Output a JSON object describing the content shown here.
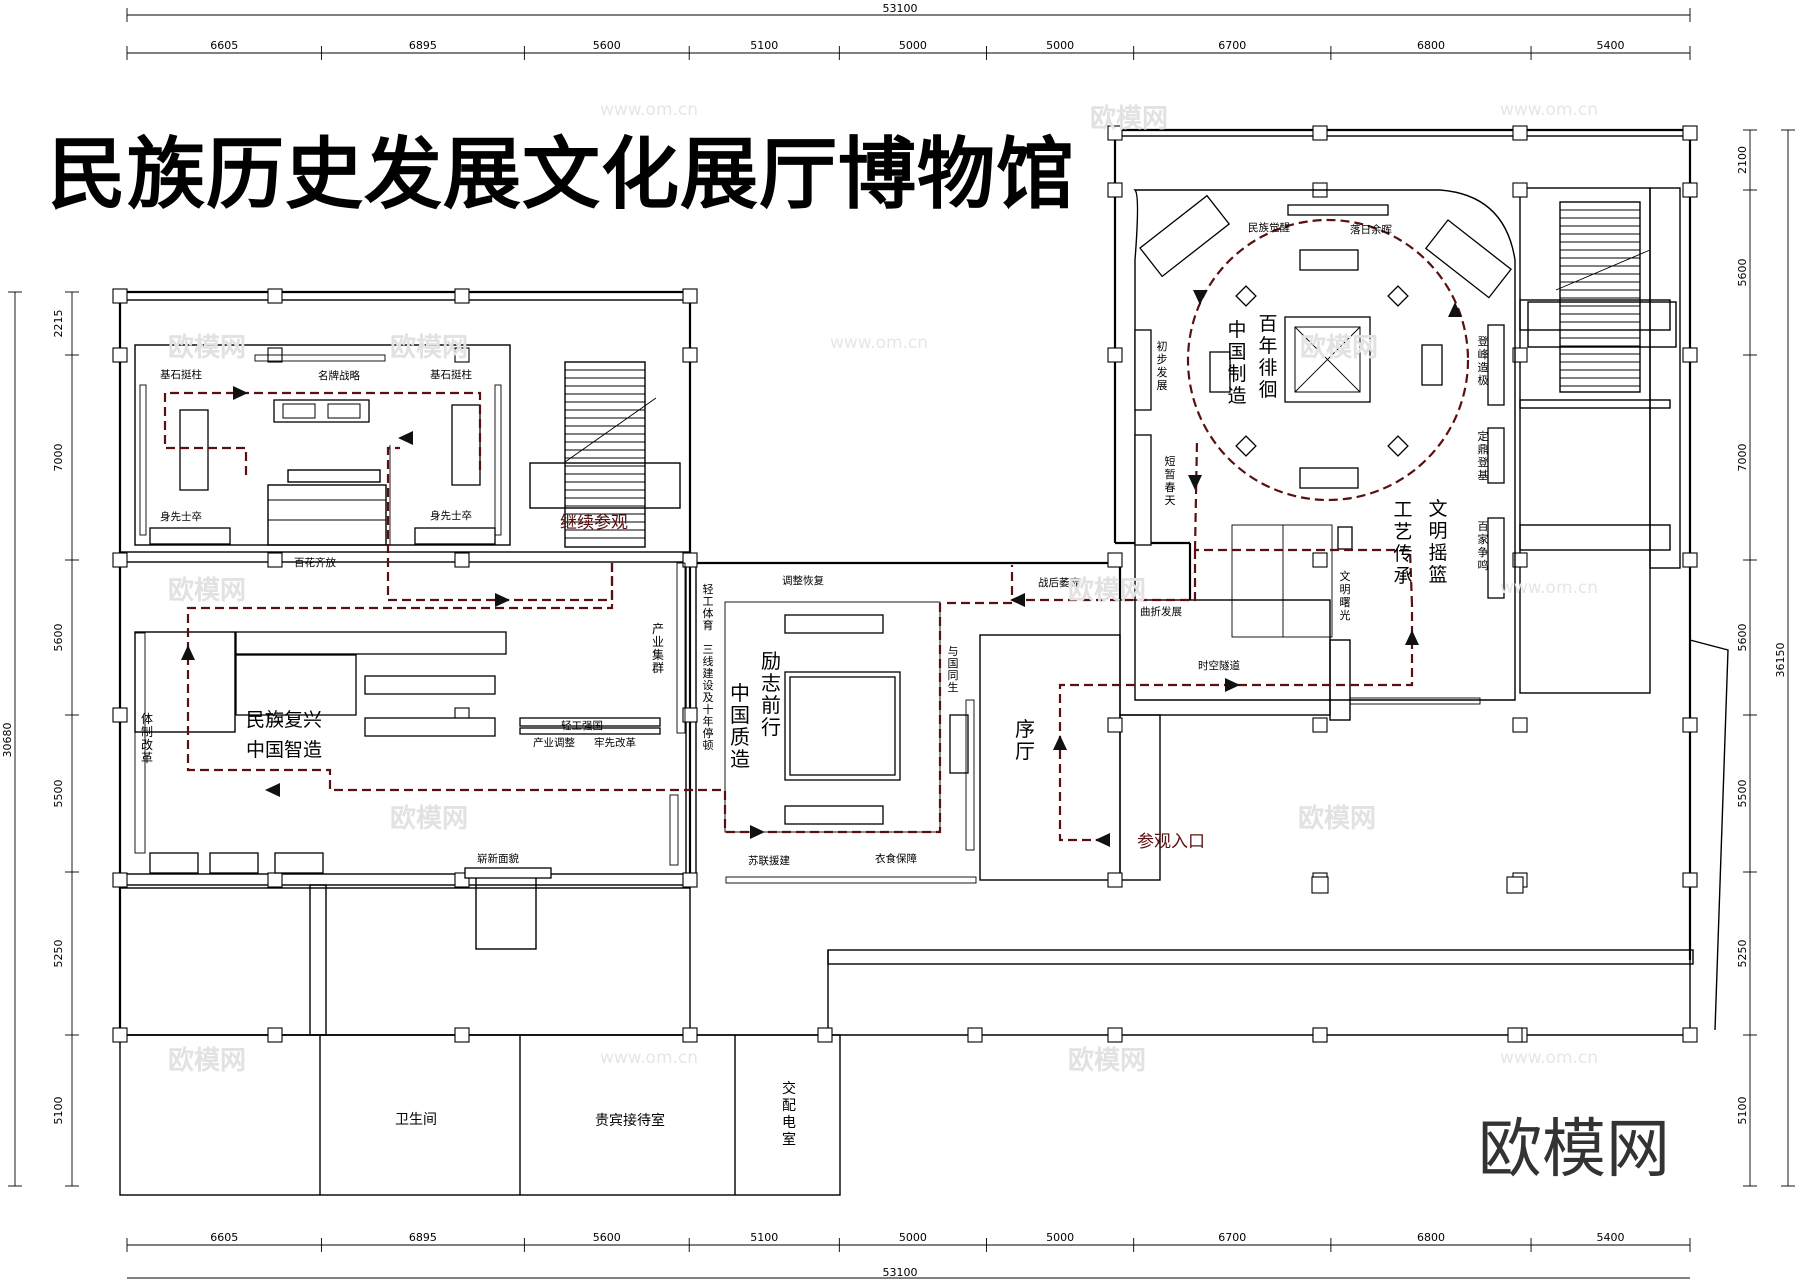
{
  "title": "民族历史发展文化展厅博物馆",
  "brand": "欧模网",
  "watermark": {
    "cn": "欧模网",
    "url": "www.om.cn"
  },
  "dimensions": {
    "total": "53100",
    "segments": [
      "6605",
      "6895",
      "5600",
      "5100",
      "5000",
      "5000",
      "6700",
      "6800",
      "5400"
    ],
    "left_total": "30680",
    "left": [
      "2215",
      "7000",
      "5600",
      "5500",
      "5250",
      "5100"
    ],
    "right_total": "36150",
    "right": [
      "2100",
      "5600",
      "7000",
      "5600",
      "5500",
      "5250",
      "5100"
    ]
  },
  "labels": {
    "jishi_left": "基石挺柱",
    "mingpai": "名牌战略",
    "jishi_right": "基石挺柱",
    "shenxian_left": "身先士卒",
    "shenxian_right": "身先士卒",
    "baihua": "百花齐放",
    "jixu": "继续参观",
    "chanye_jiqun": "产业集群",
    "qinggong_tiyu": "轻工体育",
    "sanxian": "三线建设及十年停顿",
    "tiaozheng_huifu": "调整恢复",
    "zhanhou": "战后萎靡",
    "quzhe": "曲折发展",
    "shikong": "时空隧道",
    "yuguo": "与国同生",
    "xuting": "序厅",
    "canguan": "参观入口",
    "qinggong_qiangguo": "轻工强国",
    "chanye_tiaozheng": "产业调整",
    "laoxian": "牢先改革",
    "tizhi": "体制改革",
    "minzu_fuxing_1": "民族复兴",
    "minzu_fuxing_2": "中国智造",
    "zhongguo_zhizao_big": "中国质造",
    "lizhi": "励志前行",
    "zhanxin": "崭新面貌",
    "sulian": "苏联援建",
    "yishi": "衣食保障",
    "minzu_juexing": "民族觉醒",
    "luori": "落日余晖",
    "chubu": "初步发展",
    "duanzan": "短暂春天",
    "bainian": "百年徘徊",
    "zhongguo_zhizao": "中国制造",
    "dengfeng": "登峰造极",
    "dingding": "定鼎登基",
    "baijia": "百家争鸣",
    "wenming_shuguang": "文明曙光",
    "wenming_yaolan": "文明摇篮",
    "gongyi": "工艺传承",
    "weisheng": "卫生间",
    "guibin": "贵宾接待室",
    "peidian": "交配电室"
  }
}
